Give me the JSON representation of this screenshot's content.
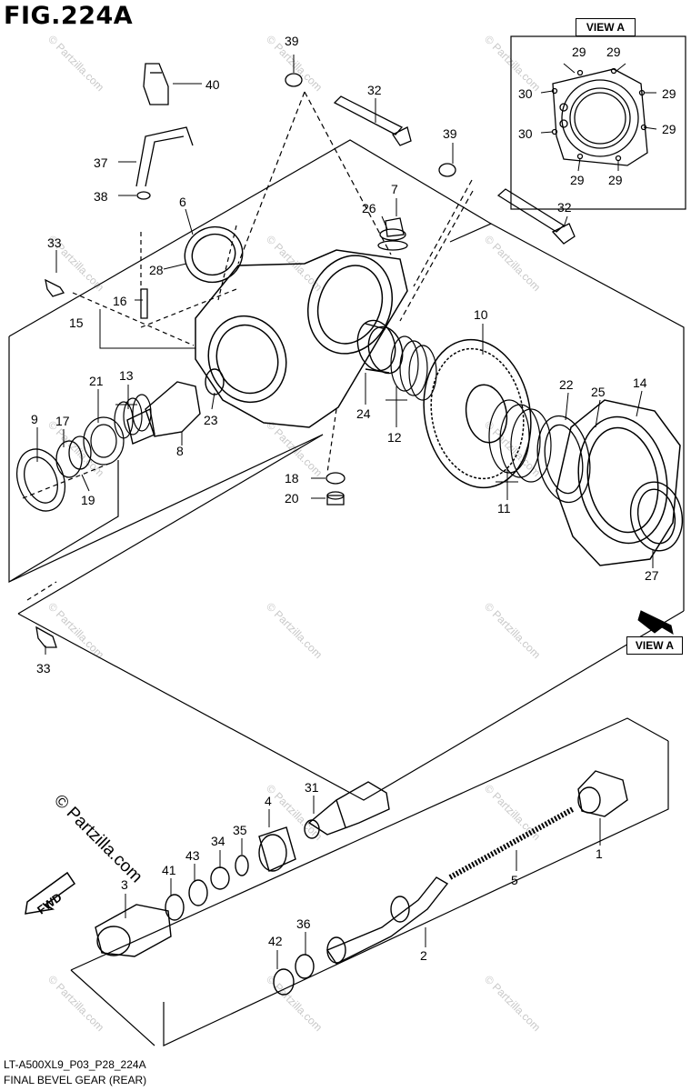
{
  "figure_title": "FIG.224A",
  "caption_line1": "LT-A500XL9_P03_P28_224A",
  "caption_line2": "FINAL BEVEL GEAR (REAR)",
  "watermark": "© Partzilla.com",
  "view_a_label": "VIEW A",
  "view_a_pointer_label": "VIEW A",
  "fwd_label": "FWD",
  "callouts": [
    "39",
    "40",
    "32",
    "37",
    "38",
    "6",
    "33",
    "28",
    "16",
    "15",
    "39",
    "7",
    "26",
    "32",
    "10",
    "21",
    "13",
    "9",
    "17",
    "23",
    "8",
    "19",
    "24",
    "12",
    "22",
    "25",
    "14",
    "18",
    "20",
    "11",
    "27",
    "33",
    "31",
    "4",
    "35",
    "34",
    "43",
    "41",
    "3",
    "1",
    "5",
    "2",
    "42",
    "36"
  ],
  "view_a_callouts": [
    "29",
    "29",
    "30",
    "29",
    "30",
    "29",
    "29",
    "29"
  ],
  "colors": {
    "line": "#000000",
    "background": "#ffffff",
    "watermark": "#c9c9c9"
  }
}
